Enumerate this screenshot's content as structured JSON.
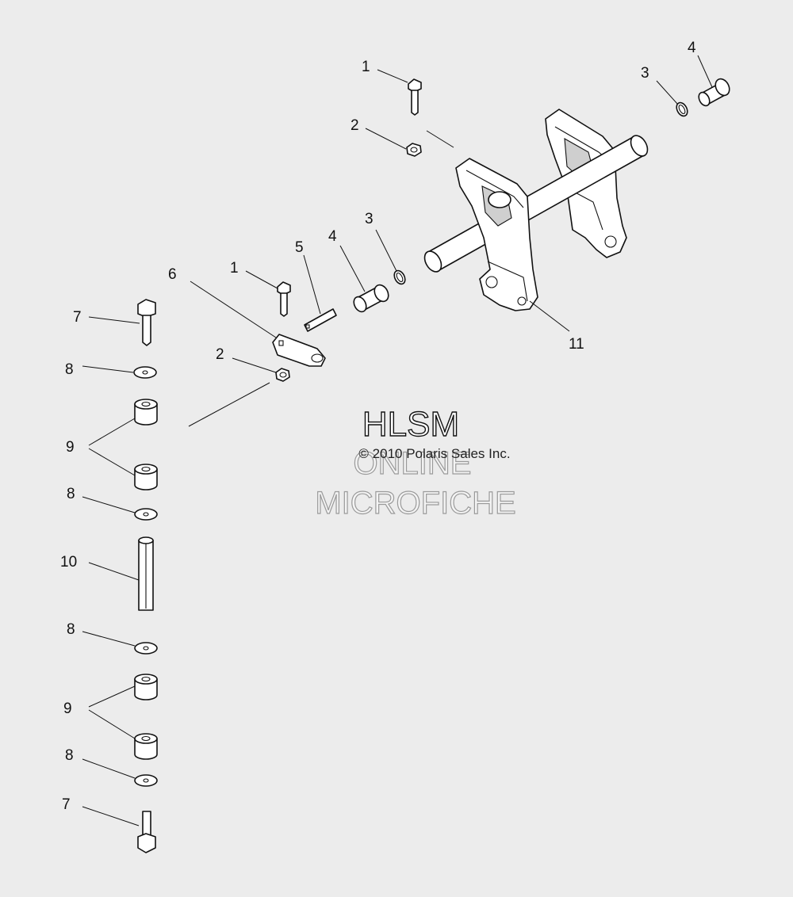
{
  "callouts": [
    {
      "num": "1"
    },
    {
      "num": "2"
    },
    {
      "num": "4"
    },
    {
      "num": "3"
    },
    {
      "num": "3"
    },
    {
      "num": "4"
    },
    {
      "num": "5"
    },
    {
      "num": "1"
    },
    {
      "num": "6"
    },
    {
      "num": "2"
    },
    {
      "num": "11"
    },
    {
      "num": "7"
    },
    {
      "num": "8"
    },
    {
      "num": "9"
    },
    {
      "num": "8"
    },
    {
      "num": "10"
    },
    {
      "num": "8"
    },
    {
      "num": "9"
    },
    {
      "num": "8"
    },
    {
      "num": "7"
    }
  ],
  "watermark": {
    "line1": "HLSM",
    "line2": "ONLINE",
    "line3": "MICROFICHE",
    "copyright": "© 2010 Polaris Sales Inc."
  }
}
